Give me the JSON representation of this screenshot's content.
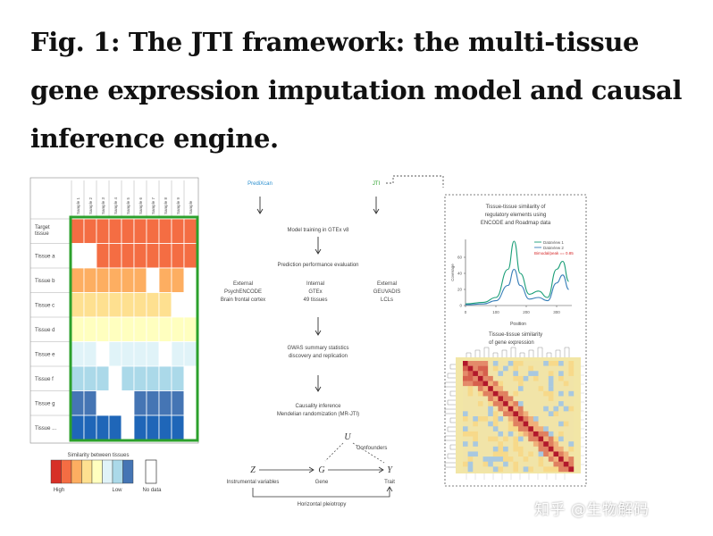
{
  "title": "Fig. 1: The JTI framework: the multi-tissue gene expression imputation model and causal inference engine.",
  "panel_a": {
    "samples": [
      "Sample 1",
      "Sample 2",
      "Sample 3",
      "Sample 4",
      "Sample 5",
      "Sample 6",
      "Sample 7",
      "Sample 8",
      "Sample 9",
      "Sample"
    ],
    "rows": [
      {
        "label": "Target tissue",
        "values": [
          1,
          1,
          1,
          1,
          1,
          1,
          1,
          1,
          1,
          1
        ]
      },
      {
        "label": "Tissue a",
        "values": [
          -1,
          -1,
          1,
          1,
          1,
          1,
          1,
          1,
          1,
          1
        ]
      },
      {
        "label": "Tissue b",
        "values": [
          2,
          2,
          2,
          2,
          2,
          2,
          -1,
          2,
          2,
          -1
        ]
      },
      {
        "label": "Tissue c",
        "values": [
          3,
          3,
          3,
          3,
          3,
          3,
          3,
          3,
          -1,
          -1
        ]
      },
      {
        "label": "Tissue d",
        "values": [
          4,
          4,
          4,
          4,
          4,
          4,
          4,
          4,
          4,
          4
        ]
      },
      {
        "label": "Tissue e",
        "values": [
          5,
          5,
          -1,
          5,
          5,
          5,
          5,
          -1,
          5,
          5
        ]
      },
      {
        "label": "Tissue f",
        "values": [
          6,
          6,
          6,
          -1,
          6,
          6,
          6,
          6,
          6,
          -1
        ]
      },
      {
        "label": "Tissue g",
        "values": [
          7,
          7,
          -1,
          -1,
          -1,
          7,
          7,
          7,
          7,
          -1
        ]
      },
      {
        "label": "Tissue ...",
        "values": [
          8,
          8,
          8,
          8,
          -1,
          8,
          8,
          8,
          8,
          -1
        ]
      }
    ],
    "legend_title": "Similarity between tissues",
    "legend_high": "High",
    "legend_low": "Low",
    "legend_nodata": "No data",
    "palette": [
      "#d73027",
      "#f46d43",
      "#fdae61",
      "#fee090",
      "#ffffbf",
      "#e0f3f8",
      "#abd9e9",
      "#4575b4",
      "#1f66b8"
    ],
    "frame_color": "#2ca02c"
  },
  "panel_b": {
    "predixcan": "PrediXcan",
    "jti": "JTI",
    "step1": "Model training in GTEx v8",
    "step2": "Prediction performance evaluation",
    "eval_left": [
      "External",
      "PsychENCODE",
      "Brain frontal cortex"
    ],
    "eval_mid": [
      "Internal",
      "GTEx",
      "49 tissues"
    ],
    "eval_right": [
      "External",
      "GEUVADIS",
      "LCLs"
    ],
    "step3": [
      "GWAS summary statistics",
      "discovery and replication"
    ],
    "step4": [
      "Causality inference",
      "Mendelian randomization (MR-JTI)"
    ],
    "dag": {
      "u": "U",
      "u_label": "Confounders",
      "z": "Z",
      "z_label": "Instrumental variables",
      "g": "G",
      "g_label": "Gene",
      "y": "Y",
      "y_label": "Trait",
      "pleiotropy": "Horizontal pleiotropy"
    }
  },
  "panel_c": {
    "title1": [
      "Tissue-tissue similarity of",
      "regulatory elements using",
      "ENCODE and Roadmap data"
    ],
    "legend": [
      "DataView 1",
      "DataView 2",
      "Bimodal/peak == 0.85"
    ],
    "ylabel": "Coverage",
    "xlabel": "Position",
    "yticks": [
      "0",
      "20",
      "40",
      "60"
    ],
    "xticks": [
      "0",
      "100",
      "200",
      "300"
    ],
    "series_colors": [
      "#1a9e77",
      "#377eb8"
    ],
    "title2": [
      "Tissue-tissue similarity",
      "of gene expression"
    ]
  },
  "chart_data": {
    "type": "line",
    "ylabel": "Coverage",
    "xlabel": "Position",
    "xlim": [
      0,
      350
    ],
    "ylim": [
      0,
      80
    ],
    "series": [
      {
        "name": "DataView 1",
        "x": [
          0,
          60,
          100,
          140,
          160,
          180,
          210,
          240,
          270,
          300,
          320,
          340
        ],
        "values": [
          2,
          4,
          10,
          45,
          80,
          40,
          14,
          18,
          10,
          45,
          55,
          30
        ]
      },
      {
        "name": "DataView 2",
        "x": [
          0,
          60,
          100,
          140,
          160,
          180,
          210,
          240,
          270,
          300,
          320,
          340
        ],
        "values": [
          1,
          2,
          6,
          25,
          45,
          25,
          8,
          10,
          6,
          28,
          38,
          20
        ]
      }
    ]
  },
  "watermark": "知乎 @生物解码"
}
